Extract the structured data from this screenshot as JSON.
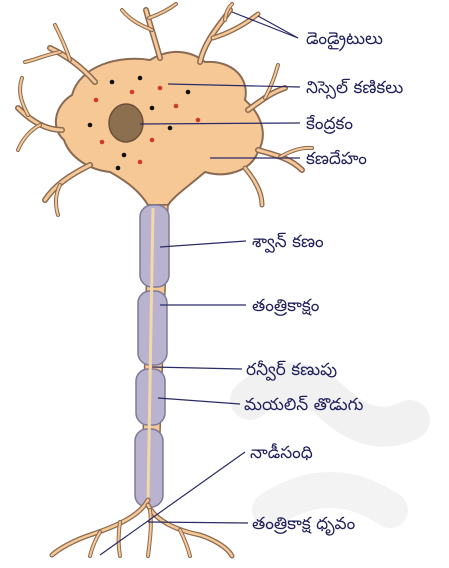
{
  "diagram": {
    "labels": {
      "dendrites": "డెండ్రైటులు",
      "nissl_granules": "నిస్సెల్ కణికలు",
      "nucleus": "కేంద్రకం",
      "cell_body": "కణదేహం",
      "schwann_cell": "శ్వాన్ కణం",
      "axon": "తంత్రికాక్షం",
      "node_of_ranvier": "రన్వీర్ కణుపు",
      "myelin_sheath": "మయలిన్ తొడుగు",
      "synapse": "నాడీసంధి",
      "axon_terminal": "తంత్రికాక్ష ధృవం"
    },
    "colors": {
      "cell_body_fill": "#f6c896",
      "outline": "#8a6a52",
      "nucleus": "#8c6f4e",
      "myelin": "#b9b3cf",
      "myelin_stroke": "#7f7a99",
      "label_text": "#1f1f5c",
      "leader_line": "#2a2a66"
    }
  }
}
